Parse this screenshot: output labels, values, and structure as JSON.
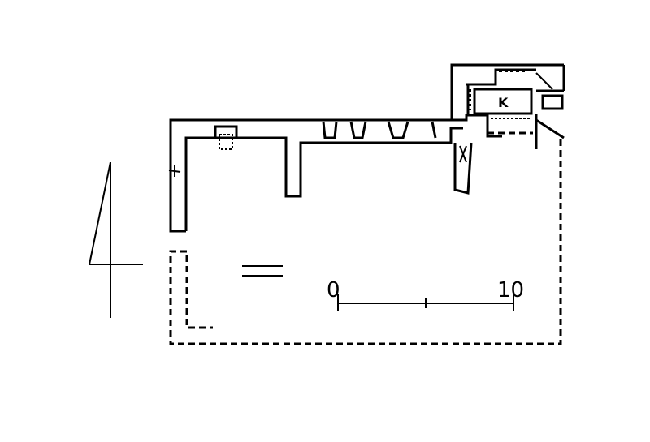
{
  "plan": {
    "room_label": "K",
    "scale_bar": {
      "start_label": "0",
      "end_label": "10"
    }
  },
  "colors": {
    "ink": "#000000",
    "paper": "#ffffff"
  },
  "icons": {
    "north_arrow": "north-arrow-icon"
  }
}
